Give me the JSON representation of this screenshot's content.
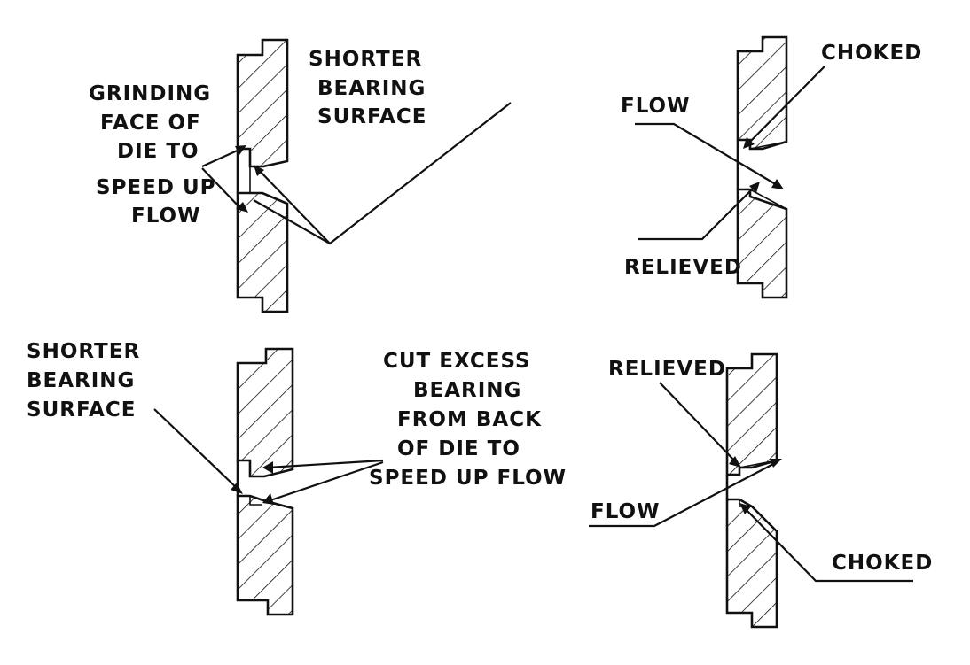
{
  "labels": {
    "a_grinding_1": "GRINDING",
    "a_grinding_2": "FACE OF",
    "a_grinding_3": "DIE TO",
    "a_grinding_4": "SPEED UP",
    "a_grinding_5": "FLOW",
    "a_shorter_1": "SHORTER",
    "a_shorter_2": "BEARING",
    "a_shorter_3": "SURFACE",
    "b_choked": "CHOKED",
    "b_flow": "FLOW",
    "b_relieved": "RELIEVED",
    "c_shorter_1": "SHORTER",
    "c_shorter_2": "BEARING",
    "c_shorter_3": "SURFACE",
    "c_cut_1": "CUT EXCESS",
    "c_cut_2": "BEARING",
    "c_cut_3": "FROM BACK",
    "c_cut_4": "OF DIE TO",
    "c_cut_5": "SPEED UP FLOW",
    "d_relieved": "RELIEVED",
    "d_flow": "FLOW",
    "d_choked": "CHOKED"
  }
}
